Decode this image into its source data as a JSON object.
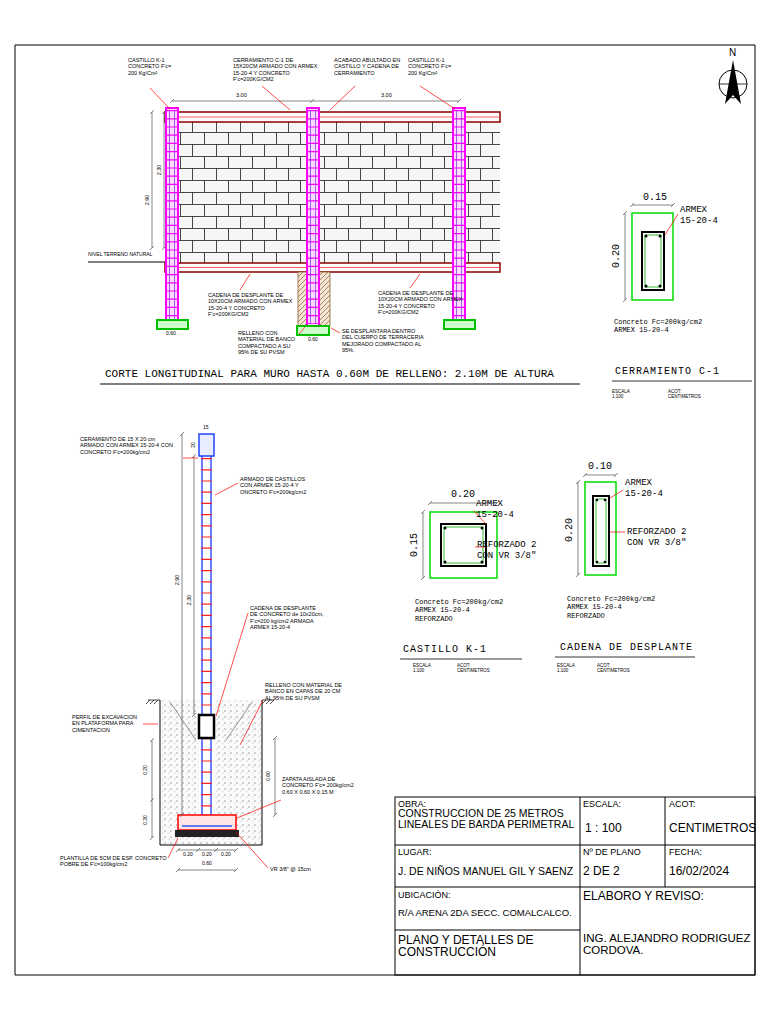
{
  "diagram": {
    "labels": [
      "N",
      "CASTILLO K-1 CONCRETO F'c= 200 Kg/Cm²",
      "CERRAMIENTO C-1 DE 15X20CM ARMADO CON ARMEX 15-20-4 Y CONCRETO F'c=200KG/CM2",
      "ACABADO ABULTADO EN CASTILLO Y CADENA DE CERRAMIENTO",
      "CASTILLO K-1 CONCRETO F'c= 200 Kg/Cm²",
      "3.00",
      "3.00",
      "2.90",
      "2.30",
      "NIVEL TERRENO NATURAL",
      "CADENA DE DESPLANTE DE 10X20CM ARMADO CON ARMEX 15-20-4 Y CONCRETO F'c=200KG/CM2",
      "RELLENO CON MATERIAL DE BANCO COMPACTADO A SU 95% DE SU PVSM",
      "SE DESPLANTARA DENTRO DEL CUERPO DE TERRACERIA MEJORADO COMPACTADO AL 95%.",
      "CADENA DE DESPLANTE DE 10X20CM ARMADO CON ARMEX 15-20-4 Y CONCRETO F'c=200KG/CM2",
      "0.60",
      "0.60",
      "CORTE LONGITUDINAL  PARA MURO HASTA 0.60M DE RELLENO: 2.10M DE ALTURA",
      "0.15",
      "0.20",
      "ARMEX 15-20-4",
      "Concreto Fc=200kg/cm2 ARMEX 15-20-4",
      "CERRAMIENTO C-1",
      "ESCALA 1:100",
      "ACOT: CENTIMETROS",
      "0.20",
      "0.15",
      "ARMEX 15-20-4",
      "REFORZADO 2 CON VR 3/8\"",
      "Concreto Fc=200kg/cm2 ARMEX 15-20-4 REFORZADO",
      "CASTILLO K-1",
      "ESCALA 1:100",
      "ACOT: CENTIMETROS",
      "0.10",
      "0.20",
      "ARMEX 15-20-4",
      "REFORZADO 2 CON VR 3/8\"",
      "Concreto Fc=200kg/cm2 ARMEX 15-20-4 REFORZADO",
      "CADENA DE DESPLANTE",
      "ESCALA 1:100",
      "ACOT: CENTIMETROS",
      "CERAMIENTO DE 15 X 20 cm ARMADO CON ARMEX 15-20-4 CON CONCRETO F'c=200kg/cm2",
      "15",
      "20",
      "ARMADO DE CASTILLOS CON ARMEX 15-20-4 Y ONCRETO F'c=200kg/cm2",
      "2.90",
      "2.30",
      "CADENA DE DESPLANTE DE CONCRETO de 10x20cm, F'c=200 kg/cm2 ARMADA ARMEX 15-20-4",
      "RELLENO CON MATERIAL DE BANCO EN CAPAS DE 20 CM AL 95% DE SU PVSM",
      "PERFIL DE EXCAVACION EN PLATAFORMA PARA CIMENTACION",
      "0.20",
      "0.60",
      "ZAPATA AISLADA DE CONCRETO F'c= 200kg/cm2 0.60 X 0.60 X 0.15 M",
      "0.30",
      "PLANTILLA DE 5CM DE ESP. CONCRETO POBRE DE F'c=100kg/cm2",
      "0.20",
      "0.20",
      "0.20",
      "0.60",
      "VR 3/8\" @ 15cm",
      "OBRA:",
      "CONSTRUCCION DE 25 METROS LINEALES DE BARDA PERIMETRAL",
      "ESCALA:",
      "1 : 100",
      "ACOT:",
      "CENTIMETROS",
      "LUGAR:",
      "J. DE NIÑOS MANUEL GIL Y SAENZ",
      "Nº DE PLANO",
      "2 DE 2",
      "FECHA:",
      "16/02/2024",
      "UBICACIÓN:",
      "R/A ARENA 2DA SECC. COMALCALCO.",
      "ELABORO Y REVISO:",
      "PLANO Y DETALLES DE CONSTRUCCIÓN",
      "ING. ALEJANDRO RODRIGUEZ CORDOVA."
    ]
  }
}
